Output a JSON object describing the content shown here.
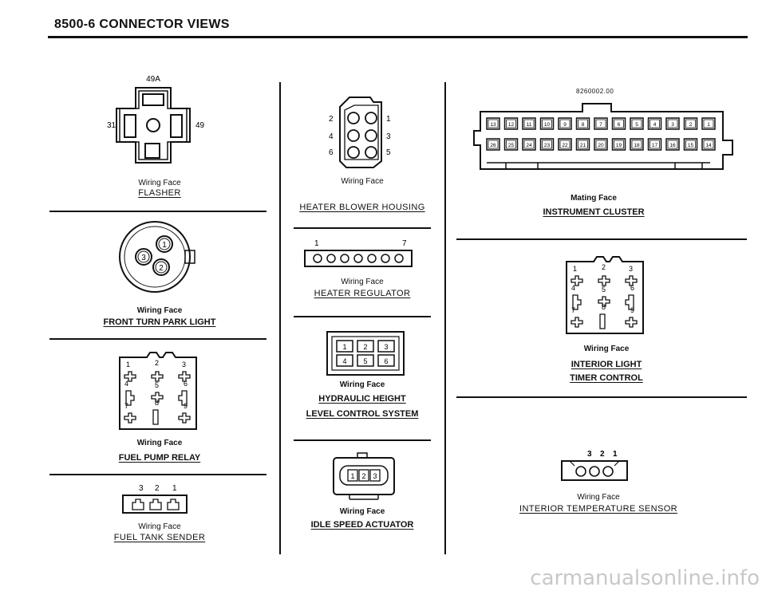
{
  "header": {
    "title": "8500-6 CONNECTOR VIEWS"
  },
  "flasher": {
    "pins": [
      "49A",
      "31",
      "49"
    ],
    "caption": "Wiring Face",
    "label": "FLASHER"
  },
  "front_turn": {
    "pins": [
      "1",
      "3",
      "2"
    ],
    "caption": "Wiring Face",
    "label": "FRONT TURN PARK LIGHT"
  },
  "fuel_pump": {
    "pins": [
      "1",
      "2",
      "3",
      "4",
      "5",
      "6",
      "7",
      "8",
      "9"
    ],
    "caption": "Wiring Face",
    "label": "FUEL PUMP RELAY"
  },
  "fuel_tank": {
    "pins": [
      "3",
      "2",
      "1"
    ],
    "caption": "Wiring Face",
    "label": "FUEL TANK SENDER"
  },
  "heater_blower": {
    "pins": [
      "2",
      "1",
      "4",
      "3",
      "6",
      "5"
    ],
    "caption": "Wiring Face",
    "label": "HEATER BLOWER HOUSING"
  },
  "heater_regulator": {
    "pins": [
      "1",
      "7"
    ],
    "caption": "Wiring Face",
    "label": "HEATER REGULATOR"
  },
  "hydraulic": {
    "pins": [
      "1",
      "2",
      "3",
      "4",
      "5",
      "6"
    ],
    "caption": "Wiring Face",
    "label_line1": "HYDRAULIC HEIGHT",
    "label_line2": "LEVEL CONTROL SYSTEM"
  },
  "idle_speed": {
    "pins": [
      "1",
      "2",
      "3"
    ],
    "caption": "Wiring Face",
    "label": "IDLE SPEED ACTUATOR"
  },
  "instrument": {
    "code": "8260002.00",
    "top_pins": [
      "13",
      "12",
      "11",
      "10",
      "9",
      "8",
      "7",
      "6",
      "5",
      "4",
      "3",
      "2",
      "1"
    ],
    "bottom_pins": [
      "26",
      "25",
      "24",
      "23",
      "22",
      "21",
      "20",
      "19",
      "18",
      "17",
      "16",
      "15",
      "14"
    ],
    "caption": "Mating Face",
    "label": "INSTRUMENT CLUSTER"
  },
  "interior_timer": {
    "pins": [
      "1",
      "2",
      "3",
      "4",
      "5",
      "6",
      "7",
      "8",
      "9"
    ],
    "caption": "Wiring Face",
    "label_line1": "INTERIOR LIGHT",
    "label_line2": "TIMER CONTROL"
  },
  "interior_temp": {
    "pins": [
      "3",
      "2",
      "1"
    ],
    "caption": "Wiring Face",
    "label": "INTERIOR TEMPERATURE SENSOR"
  },
  "watermark": "carmanualsonline.info"
}
